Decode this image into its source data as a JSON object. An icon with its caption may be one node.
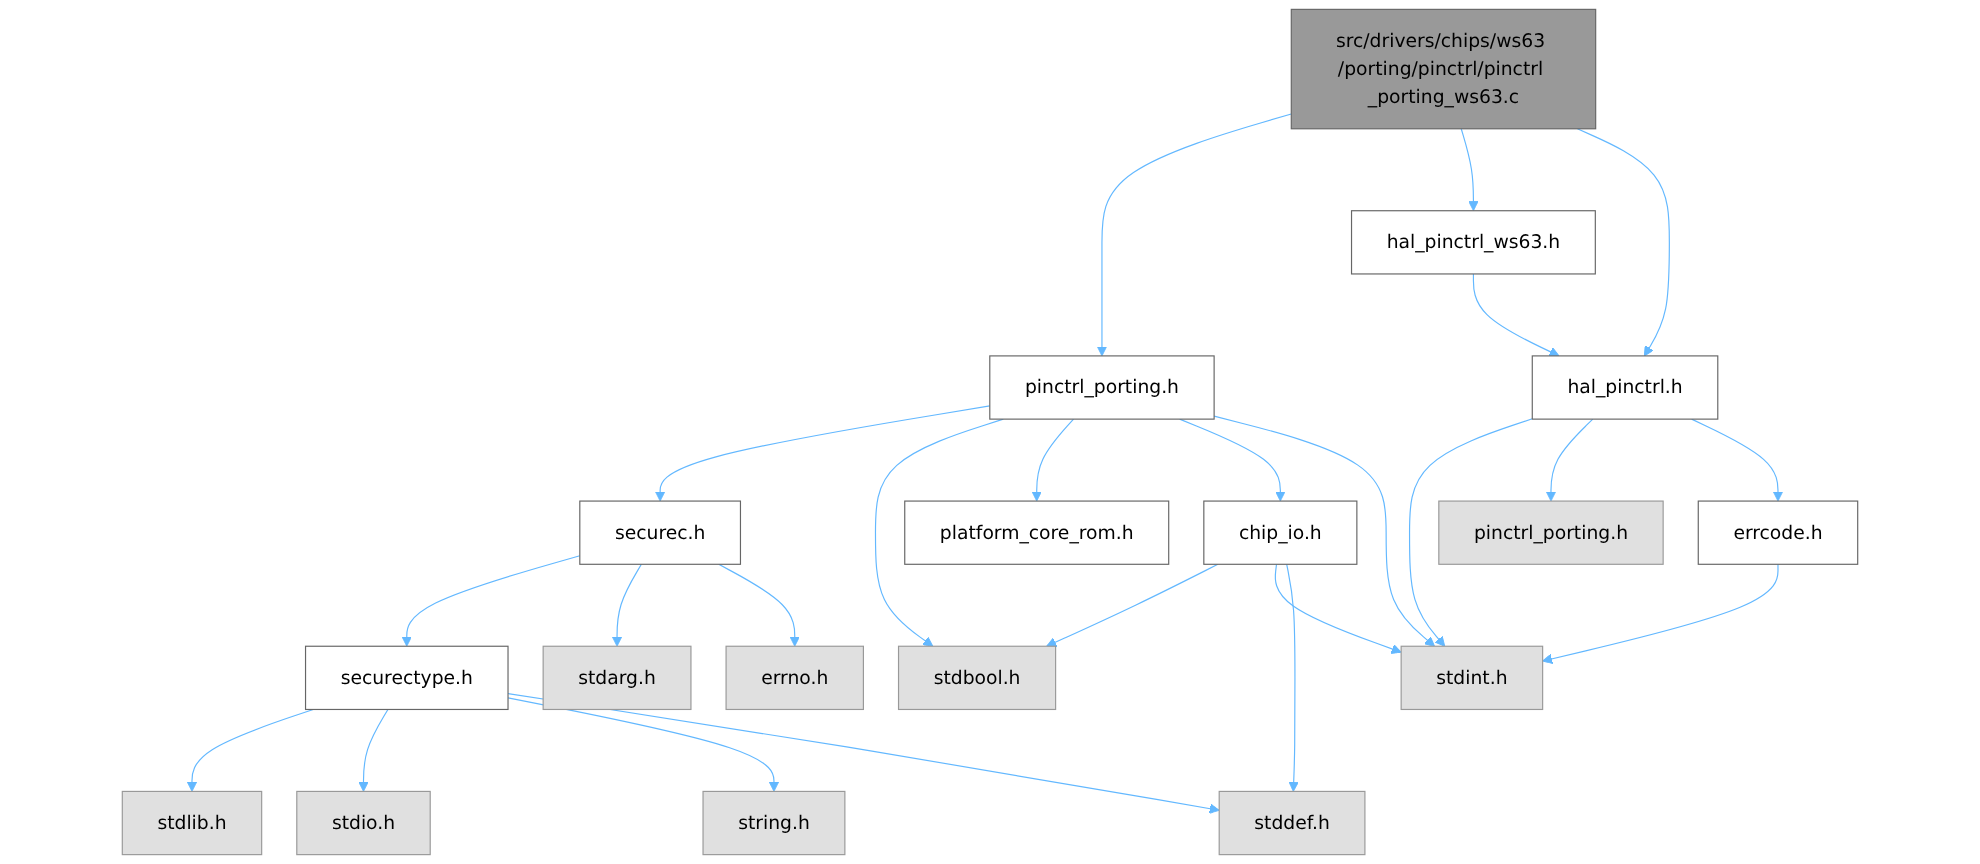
{
  "diagram": {
    "nodes": [
      {
        "text": [
          "src/drivers/chips/ws63 /porting/pinctrl/pinctrl _porting_ws63.c"
        ]
      },
      {
        "text": [
          "pinctrl_porting.h"
        ]
      },
      {
        "text": [
          "hal_pinctrl_ws63.h"
        ]
      },
      {
        "text": [
          "hal_pinctrl.h"
        ]
      },
      {
        "text": [
          "securec.h"
        ]
      },
      {
        "text": [
          "platform_core_rom.h"
        ]
      },
      {
        "text": [
          "chip_io.h"
        ]
      },
      {
        "text": [
          "pinctrl_porting.h"
        ]
      },
      {
        "text": [
          "errcode.h"
        ]
      },
      {
        "text": [
          "securectype.h"
        ]
      },
      {
        "text": [
          "stdarg.h"
        ]
      },
      {
        "text": [
          "errno.h"
        ]
      },
      {
        "text": [
          "stdbool.h"
        ]
      },
      {
        "text": [
          "stdint.h"
        ]
      },
      {
        "text": [
          "stdlib.h"
        ]
      },
      {
        "text": [
          "stdio.h"
        ]
      },
      {
        "text": [
          "string.h"
        ]
      },
      {
        "text": [
          "stddef.h"
        ]
      }
    ],
    "edges": [
      {
        "from": 0,
        "to": 1,
        "arrow": "to"
      },
      {
        "from": 0,
        "to": 2,
        "arrow": "to"
      },
      {
        "from": 0,
        "to": 3,
        "arrow": "to"
      },
      {
        "from": 2,
        "to": 3,
        "arrow": "to"
      },
      {
        "from": 1,
        "to": 4,
        "arrow": "to"
      },
      {
        "from": 1,
        "to": 12,
        "arrow": "to"
      },
      {
        "from": 1,
        "to": 5,
        "arrow": "to"
      },
      {
        "from": 1,
        "to": 6,
        "arrow": "to"
      },
      {
        "from": 1,
        "to": 13,
        "arrow": "to"
      },
      {
        "from": 3,
        "to": 13,
        "arrow": "to"
      },
      {
        "from": 3,
        "to": 7,
        "arrow": "to"
      },
      {
        "from": 3,
        "to": 8,
        "arrow": "to"
      },
      {
        "from": 4,
        "to": 9,
        "arrow": "to"
      },
      {
        "from": 4,
        "to": 10,
        "arrow": "to"
      },
      {
        "from": 4,
        "to": 11,
        "arrow": "to"
      },
      {
        "from": 6,
        "to": 12,
        "arrow": "to"
      },
      {
        "from": 6,
        "to": 13,
        "arrow": "to"
      },
      {
        "from": 6,
        "to": 17,
        "arrow": "to"
      },
      {
        "from": 8,
        "to": 13,
        "arrow": "to"
      },
      {
        "from": 9,
        "to": 14,
        "arrow": "to"
      },
      {
        "from": 9,
        "to": 15,
        "arrow": "to"
      },
      {
        "from": 9,
        "to": 16,
        "arrow": "to"
      },
      {
        "from": 9,
        "to": 17,
        "arrow": "to"
      }
    ]
  }
}
